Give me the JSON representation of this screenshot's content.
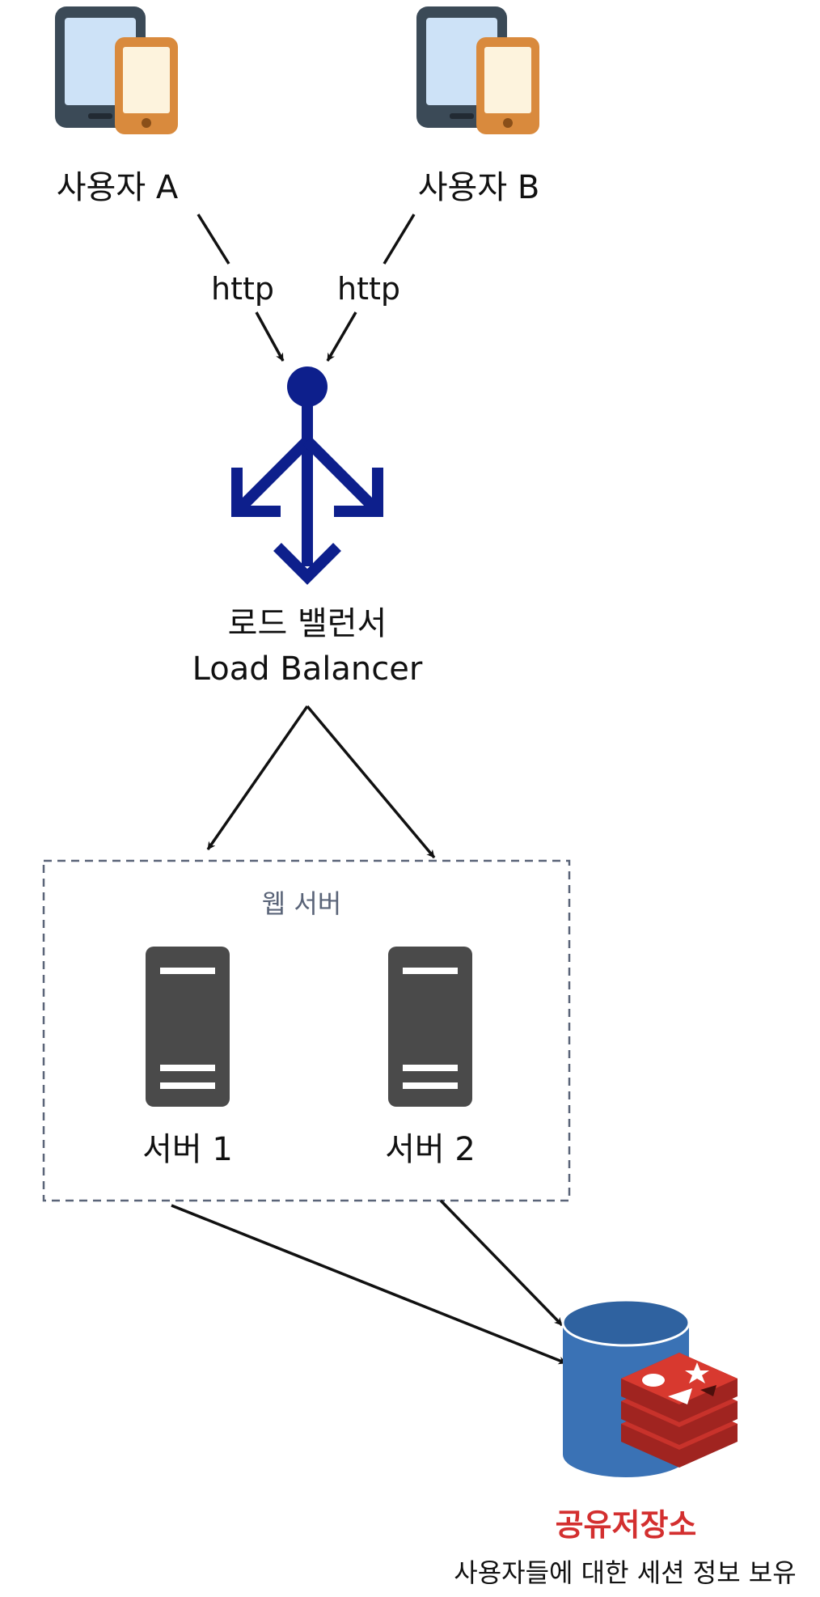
{
  "users": [
    {
      "label": "사용자 A"
    },
    {
      "label": "사용자 B"
    }
  ],
  "edges": {
    "user_a_label": "http",
    "user_b_label": "http"
  },
  "load_balancer": {
    "label_ko": "로드 밸런서",
    "label_en": "Load Balancer",
    "icon": "load-balancer-icon",
    "color": "#0d1f8c"
  },
  "web_server_group": {
    "label": "웹 서버",
    "border_color": "#5a6478",
    "servers": [
      {
        "label": "서버 1",
        "icon": "server-icon"
      },
      {
        "label": "서버 2",
        "icon": "server-icon"
      }
    ]
  },
  "shared_storage": {
    "title": "공유저장소",
    "description": "사용자들에 대한 세션 정보 보유",
    "title_color": "#d32f2f",
    "database_color": "#3a72b5",
    "icon": "redis-icon"
  },
  "device_icon": {
    "tablet_color": "#3b4a57",
    "phone_color": "#d98a3d"
  }
}
